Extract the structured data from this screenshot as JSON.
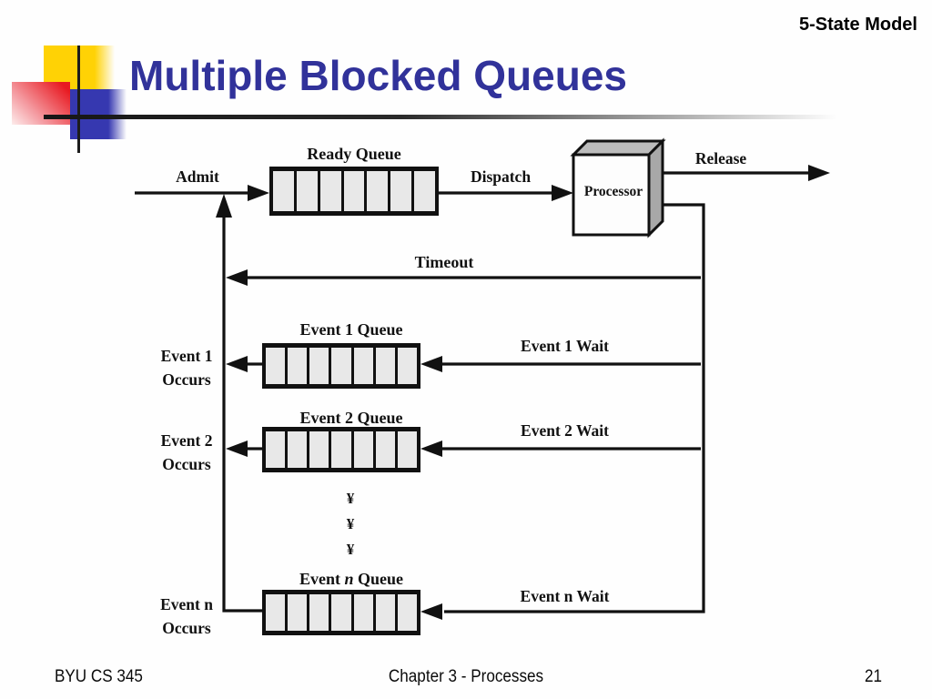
{
  "header": {
    "corner_label": "5-State Model",
    "title": "Multiple Blocked Queues"
  },
  "colors": {
    "title_blue": "#31329A",
    "accent_yellow": "#FFD205",
    "accent_red": "#E81921",
    "accent_blue": "#3638B0",
    "diagram_ink": "#111111",
    "queue_fill": "#e8e8e8"
  },
  "diagram": {
    "admit_label": "Admit",
    "ready_queue_label": "Ready Queue",
    "dispatch_label": "Dispatch",
    "processor_label": "Processor",
    "release_label": "Release",
    "timeout_label": "Timeout",
    "queue_cell_count": 7,
    "events": [
      {
        "queue_label": "Event 1 Queue",
        "wait_label": "Event 1 Wait",
        "occurs_line1": "Event 1",
        "occurs_line2": "Occurs"
      },
      {
        "queue_label": "Event 2 Queue",
        "wait_label": "Event 2 Wait",
        "occurs_line1": "Event 2",
        "occurs_line2": "Occurs"
      },
      {
        "queue_label_prefix": "Event ",
        "queue_label_n": "n",
        "queue_label_suffix": " Queue",
        "wait_label": "Event n Wait",
        "occurs_line1": "Event n",
        "occurs_line2": "Occurs"
      }
    ],
    "ellipsis": [
      "¥",
      "¥",
      "¥"
    ]
  },
  "footer": {
    "course": "BYU CS 345",
    "chapter": "Chapter 3 - Processes",
    "page_number": "21"
  }
}
